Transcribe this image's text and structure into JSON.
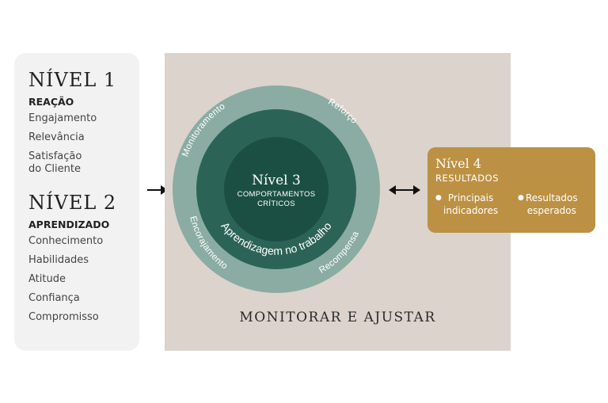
{
  "level1": {
    "title": "NÍVEL 1",
    "subtitle": "REAÇÃO",
    "items": [
      "Engajamento",
      "Relevância",
      "Satisfação\ndo Cliente"
    ]
  },
  "level2": {
    "title": "NÍVEL 2",
    "subtitle": "APRENDIZADO",
    "items": [
      "Conhecimento",
      "Habilidades",
      "Atitude",
      "Confiança",
      "Compromisso"
    ]
  },
  "level3": {
    "title": "Nível 3",
    "subtitle_line1": "COMPORTAMENTOS",
    "subtitle_line2": "CRÍTICOS",
    "middle_ring_label": "Aprendizagem no trabalho",
    "outer_ring_labels": {
      "top_left": "Monitoramento",
      "top_right": "Reforço",
      "bottom_left": "Encorajamento",
      "bottom_right": "Recompensa"
    }
  },
  "panel": {
    "caption": "MONITORAR E AJUSTAR"
  },
  "level4": {
    "title": "Nível 4",
    "subtitle": "RESULTADOS",
    "bullets": [
      "Principais\nindicadores",
      "Resultados\nesperados"
    ]
  },
  "colors": {
    "panel_bg": "#dbd3cc",
    "outer_ring": "#8aaca3",
    "middle_ring": "#2b6456",
    "core": "#1b4f43",
    "results_card": "#bc9143",
    "left_card": "#f2f2f2"
  }
}
